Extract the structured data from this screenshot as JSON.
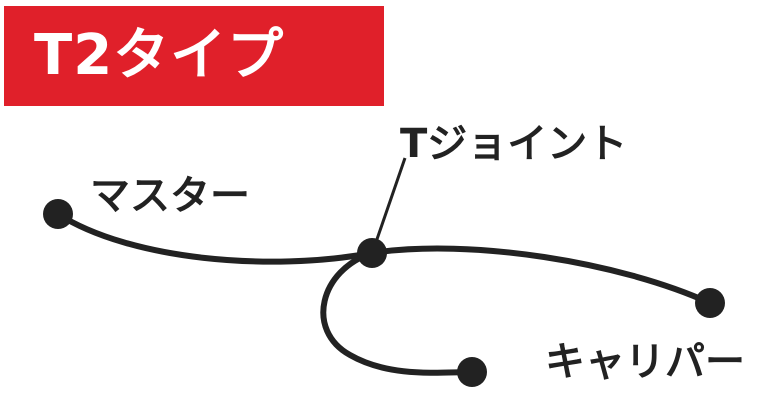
{
  "title": "T2タイプ",
  "labels": {
    "master": "マスター",
    "t_joint": "Tジョイント",
    "caliper": "キャリパー"
  },
  "colors": {
    "title_background": "#e0202a",
    "title_text": "#ffffff",
    "line": "#222222"
  }
}
